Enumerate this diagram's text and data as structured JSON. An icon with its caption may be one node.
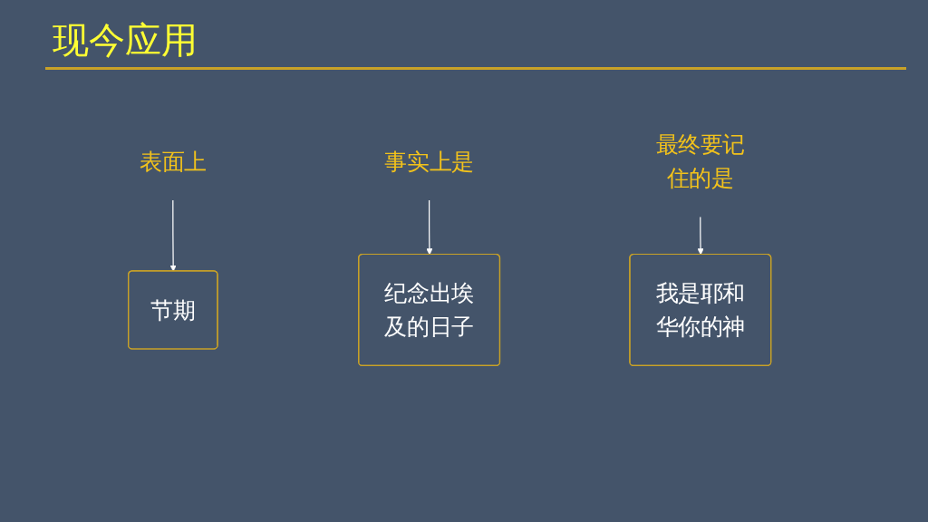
{
  "diagram": {
    "title": "现今应用",
    "nodes": [
      {
        "text": [
          "表面上"
        ]
      },
      {
        "text": [
          "节期"
        ]
      },
      {
        "text": [
          "事实上是"
        ]
      },
      {
        "text": [
          "纪念出埃及的日子"
        ]
      },
      {
        "text": [
          "最终要记住的是"
        ]
      },
      {
        "text": [
          "我是耶和华你的神"
        ]
      }
    ],
    "edges": [
      {
        "from": 0,
        "to": 1,
        "arrow": "to"
      },
      {
        "from": 2,
        "to": 3,
        "arrow": "to"
      },
      {
        "from": 4,
        "to": 5,
        "arrow": "to"
      }
    ]
  }
}
